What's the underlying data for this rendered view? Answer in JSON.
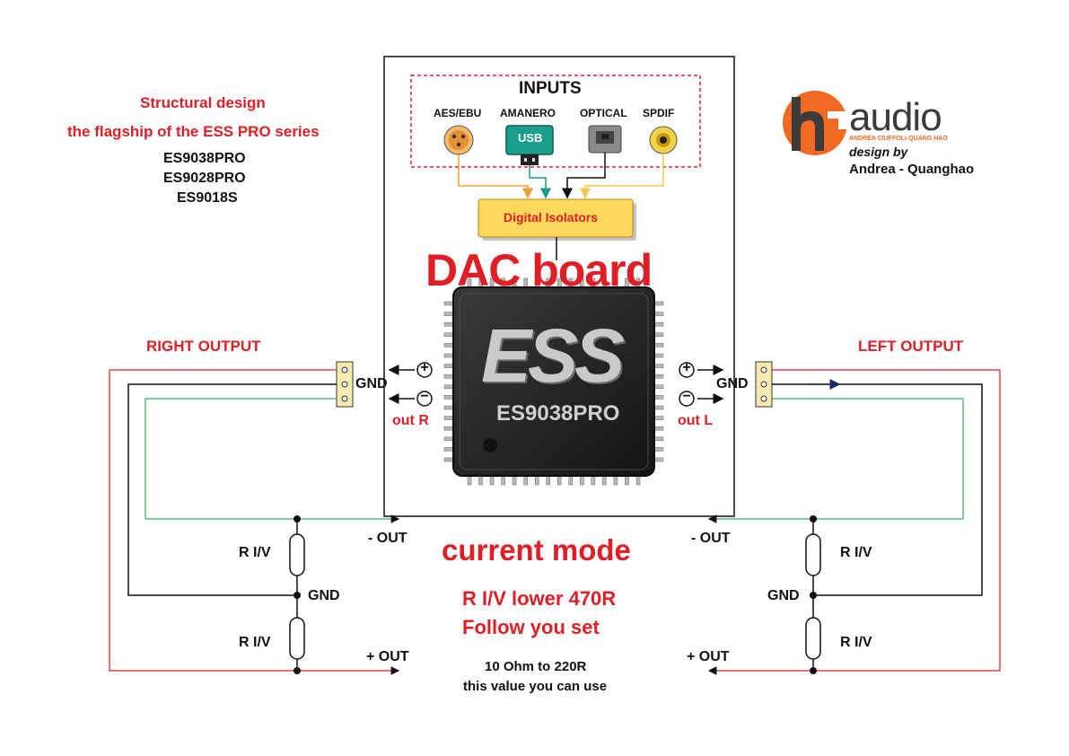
{
  "header": {
    "title_line1": "Structural design",
    "title_line2": "the flagship of the ESS PRO series",
    "chips": [
      "ES9038PRO",
      "ES9028PRO",
      "ES9018S"
    ]
  },
  "logo": {
    "brand": "audio",
    "tagline": "ANDREA CIUFFOLI-QUANG HAO",
    "design_by": "design by",
    "authors": "Andrea - Quanghao"
  },
  "inputs": {
    "title": "INPUTS",
    "items": [
      "AES/EBU",
      "AMANERO",
      "OPTICAL",
      "SPDIF"
    ],
    "usb_label": "USB"
  },
  "board": {
    "isolators": "Digital Isolators",
    "title": "DAC board",
    "chip_brand": "ESS",
    "chip_model": "ES9038PRO"
  },
  "outputs": {
    "right_title": "RIGHT OUTPUT",
    "left_title": "LEFT OUTPUT",
    "gnd": "GND",
    "out_r": "out R",
    "out_l": "out L",
    "plus_sign": "+",
    "minus_sign": "−",
    "minus_out": "- OUT",
    "plus_out": "+ OUT",
    "riv": "R I/V"
  },
  "notes": {
    "mode": "current mode",
    "riv_line1": "R I/V lower 470R",
    "riv_line2": "Follow you set",
    "range_line1": "10 Ohm to 220R",
    "range_line2": "this value you can use"
  },
  "colors": {
    "accent_red": "#e01e26",
    "wire_red": "#e01e26",
    "wire_green": "#3aa86a",
    "wire_black": "#111111",
    "wire_orange": "#f0a030",
    "wire_teal": "#1a9a8a",
    "wire_yellow": "#f3c84a",
    "isolator_fill": "#fbd85a",
    "usb_fill": "#1c9e8c",
    "logo_orange": "#f06a24"
  }
}
